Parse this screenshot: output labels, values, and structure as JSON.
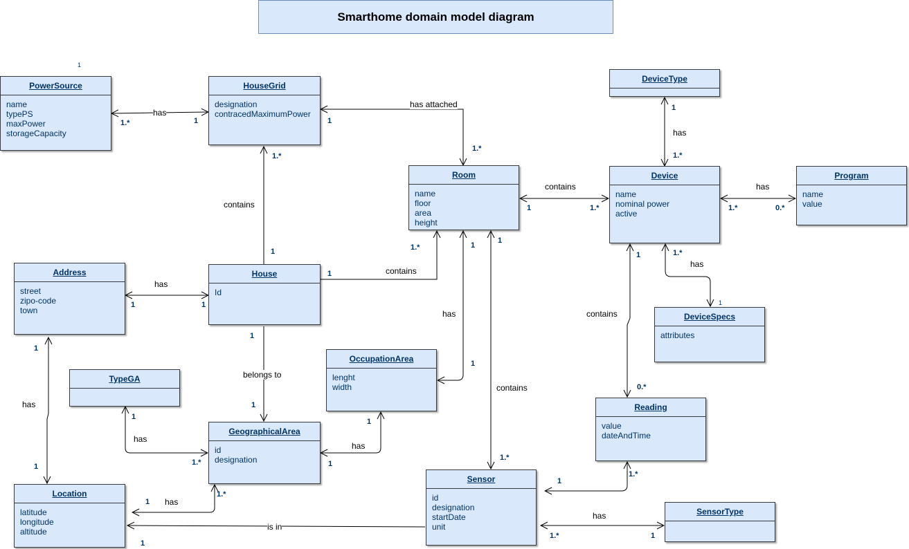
{
  "title": "Smarthome domain model diagram",
  "classes": {
    "powersource": {
      "name": "PowerSource",
      "attrs": [
        "name",
        "typePS",
        "maxPower",
        "storageCapacity"
      ]
    },
    "housegrid": {
      "name": "HouseGrid",
      "attrs": [
        "designation",
        "contracedMaximumPower"
      ]
    },
    "room": {
      "name": "Room",
      "attrs": [
        "name",
        "floor",
        "area",
        "height"
      ]
    },
    "devicetype": {
      "name": "DeviceType",
      "attrs": []
    },
    "device": {
      "name": "Device",
      "attrs": [
        "name",
        "nominal power",
        "active"
      ]
    },
    "program": {
      "name": "Program",
      "attrs": [
        "name",
        "value"
      ]
    },
    "address": {
      "name": "Address",
      "attrs": [
        "street",
        "zipo-code",
        "town"
      ]
    },
    "house": {
      "name": "House",
      "attrs": [
        "Id"
      ]
    },
    "devicespecs": {
      "name": "DeviceSpecs",
      "attrs": [
        "attributes"
      ]
    },
    "occupationarea": {
      "name": "OccupationArea",
      "attrs": [
        "lenght",
        "width"
      ]
    },
    "typega": {
      "name": "TypeGA",
      "attrs": []
    },
    "geographicalarea": {
      "name": "GeographicalArea",
      "attrs": [
        "id",
        "designation"
      ]
    },
    "reading": {
      "name": "Reading",
      "attrs": [
        "value",
        "dateAndTime"
      ]
    },
    "location": {
      "name": "Location",
      "attrs": [
        "latitude",
        "longitude",
        "altitude"
      ]
    },
    "sensor": {
      "name": "Sensor",
      "attrs": [
        "id",
        "designation",
        "startDate",
        "unit"
      ]
    },
    "sensortype": {
      "name": "SensorType",
      "attrs": []
    }
  },
  "labels": {
    "has": "has",
    "has_attached": "has attached",
    "contains": "contains",
    "belongs_to": "belongs to",
    "is_in": "is in"
  },
  "mult": {
    "one": "1",
    "one_many": "1.*",
    "zero_many": "0.*"
  }
}
